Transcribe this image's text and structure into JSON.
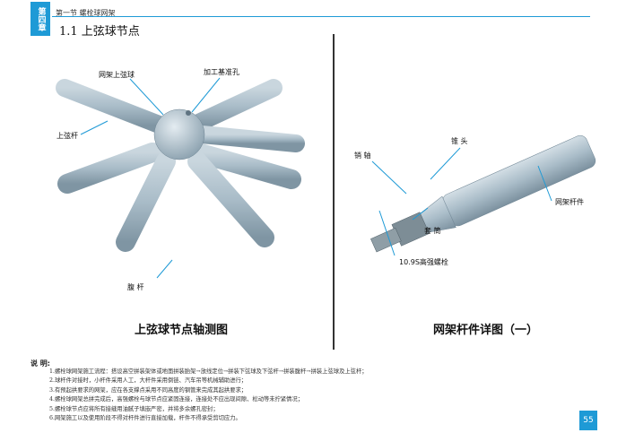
{
  "header": {
    "chapter_tab": "第四章",
    "section": "第一节  螺栓球网架",
    "subsection": "1.1  上弦球节点"
  },
  "figure_left": {
    "labels": {
      "top_chord_ball": "网架上弦球",
      "reference_hole": "加工基准孔",
      "top_chord_rod": "上弦杆",
      "web_rod": "腹 杆"
    },
    "caption": "上弦球节点轴测图"
  },
  "figure_right": {
    "labels": {
      "pin": "销 轴",
      "cone": "锥 头",
      "rod": "网架杆件",
      "sleeve": "套 筒",
      "bolt": "10.9S高强螺栓"
    },
    "caption": "网架杆件详图（一）"
  },
  "notes": {
    "title": "说  明:",
    "items": [
      "1.螺栓球网架施工流程：搭设高空拼装架体或地面拼装胎架→放线定位→拼装下弦球及下弦杆→拼装腹杆→拼装上弦球及上弦杆；",
      "2.球杆件对接时，小杆件采用人工，大杆件采用倒链、汽车吊等机械辅助进行；",
      "3.有预起拱要求的网架，应在各支撑点采用不同高度的钢管来完成其起拱要求；",
      "4.螺栓球网架总拼完成后，高强螺栓与球节点应紧固连接，连接处不应出现间隙、松动等未拧紧情况；",
      "5.螺栓球节点应将所有接缝用油腻子填嵌严密，并将多余螺孔密封；",
      "6.网架施工以及使用阶段不得对杆件进行直接加载，杆件不得承受剪切应力。"
    ]
  },
  "page_number": "55",
  "colors": {
    "accent": "#1e9ad6",
    "rod_fill": "#a9bcc8",
    "leader": "#1e9ad6"
  }
}
